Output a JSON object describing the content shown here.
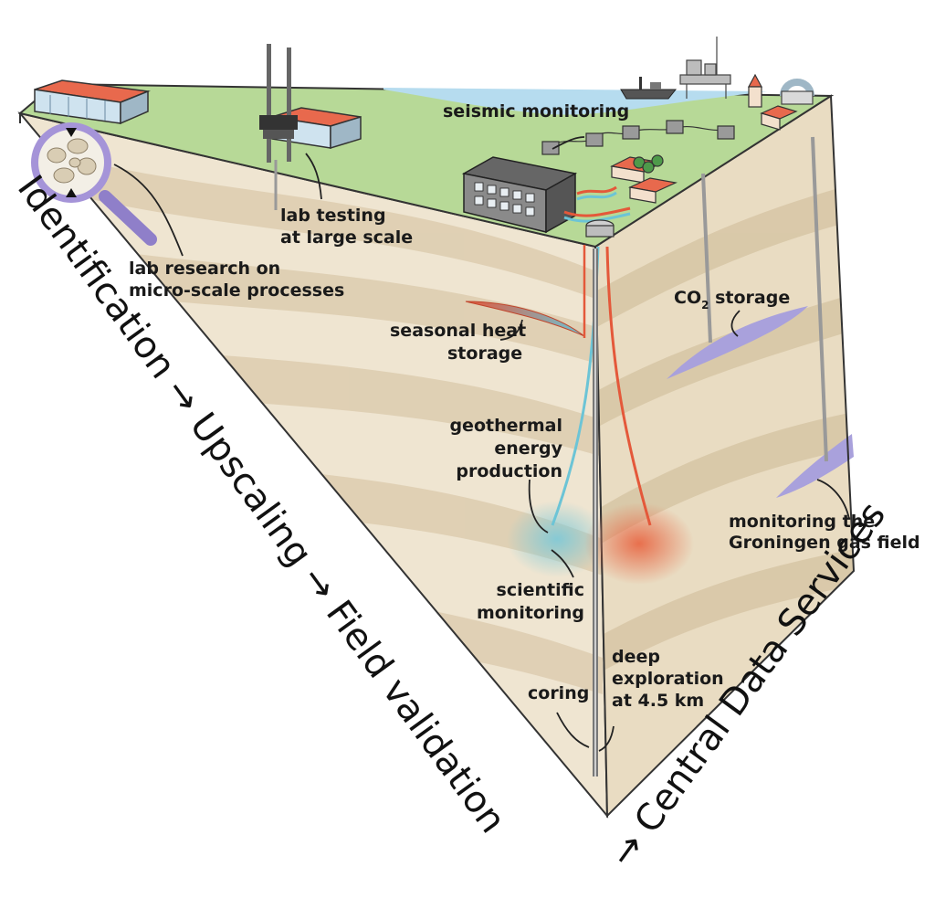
{
  "colors": {
    "surface": "#b7d997",
    "water": "#b6dcef",
    "soil_light": "#efe5d1",
    "soil_dark": "#ddcdb0",
    "hot": "#e4583a",
    "cold": "#6cc4d6",
    "co2": "#a9a1dc",
    "frame": "#333333"
  },
  "labels": {
    "lab_research": [
      "lab research on",
      "micro-scale processes"
    ],
    "lab_testing": [
      "lab testing",
      "at large scale"
    ],
    "seismic": "seismic monitoring",
    "heat_storage": [
      "seasonal heat",
      "storage"
    ],
    "co2_main": "CO",
    "co2_sub": "2",
    "co2_rest": " storage",
    "geothermal": [
      "geothermal",
      "energy",
      "production"
    ],
    "scientific": [
      "scientific",
      "monitoring"
    ],
    "groningen": [
      "monitoring the",
      "Groningen gas field"
    ],
    "coring": "coring",
    "deep": [
      "deep",
      "exploration",
      "at 4.5 km"
    ]
  },
  "flow_left": "Identification → Upscaling → Field validation",
  "flow_right": "→ Central Data Services"
}
